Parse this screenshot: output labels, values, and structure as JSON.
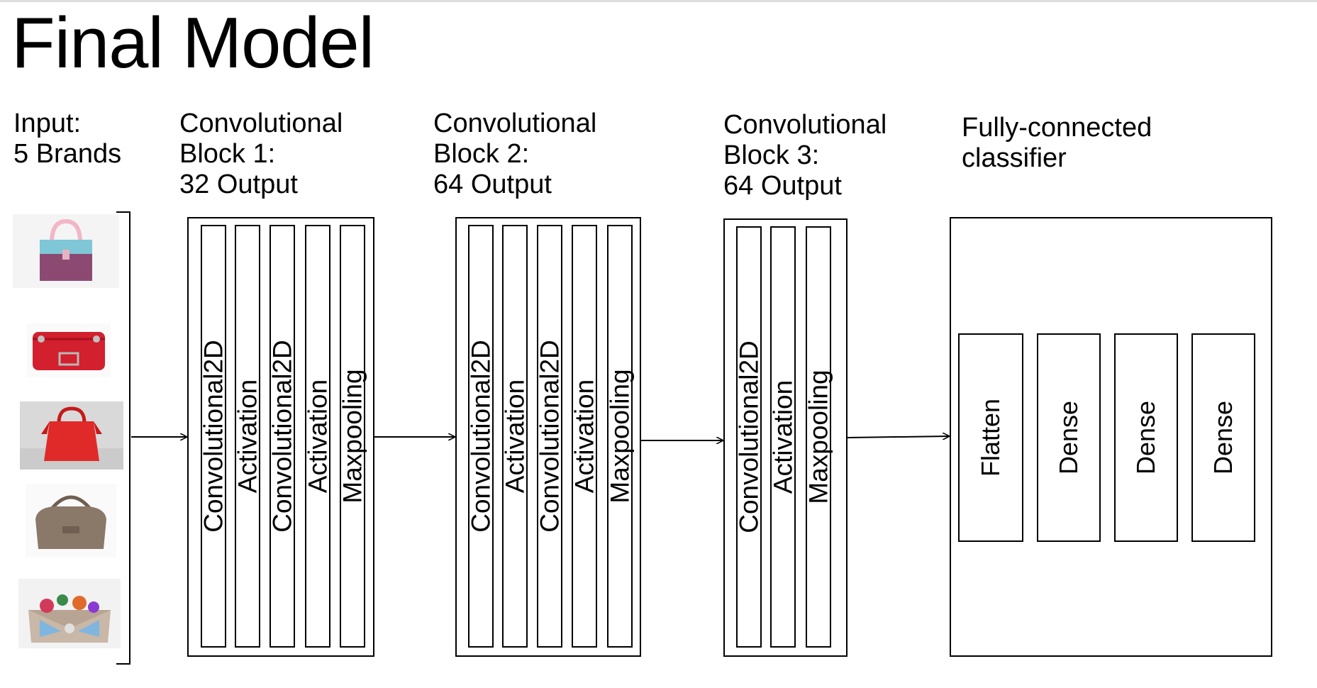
{
  "title": "Final Model",
  "input": {
    "line1": "Input:",
    "line2": "5 Brands"
  },
  "blocks": [
    {
      "line1": "Convolutional",
      "line2": "Block 1:",
      "line3": "32 Output",
      "layers": [
        "Convolutional2D",
        "Activation",
        "Convolutional2D",
        "Activation",
        "Maxpooling"
      ]
    },
    {
      "line1": "Convolutional",
      "line2": "Block 2:",
      "line3": "64 Output",
      "layers": [
        "Convolutional2D",
        "Activation",
        "Convolutional2D",
        "Activation",
        "Maxpooling"
      ]
    },
    {
      "line1": "Convolutional",
      "line2": "Block 3:",
      "line3": "64 Output",
      "layers": [
        "Convolutional2D",
        "Activation",
        "Maxpooling"
      ]
    }
  ],
  "classifier": {
    "line1": "Fully-connected",
    "line2": "classifier",
    "layers": [
      "Flatten",
      "Dense",
      "Dense",
      "Dense"
    ]
  },
  "handbags": [
    {
      "icon": "pink-purple-handbag-icon",
      "color": "#8c4a73"
    },
    {
      "icon": "red-quilted-clutch-icon",
      "color": "#d2202e"
    },
    {
      "icon": "red-tote-bag-icon",
      "color": "#e02a2a"
    },
    {
      "icon": "taupe-duffel-bag-icon",
      "color": "#8a7868"
    },
    {
      "icon": "embellished-floral-bag-icon",
      "color": "#c9b7a7"
    }
  ]
}
